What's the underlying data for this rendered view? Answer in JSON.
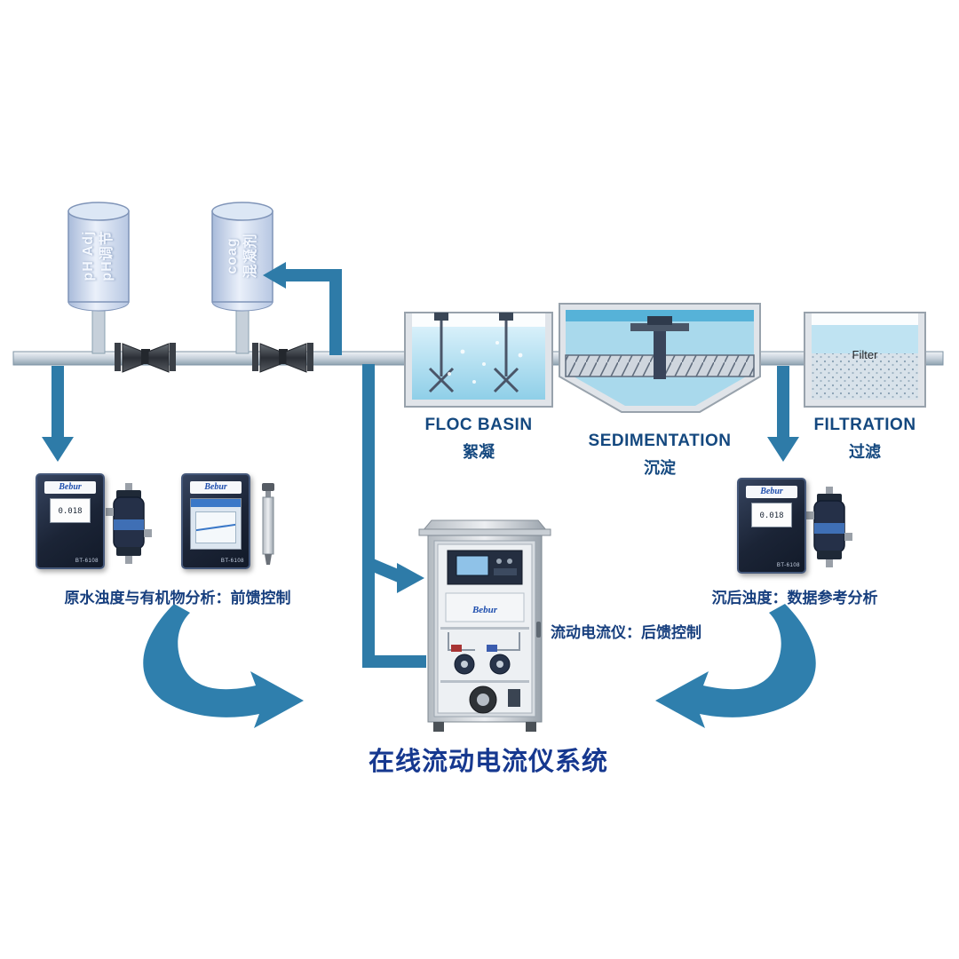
{
  "title": "在线流动电流仪系统",
  "dosing": {
    "ph_tank": {
      "line1": "pH Adj",
      "line2": "pH调节"
    },
    "coag_tank": {
      "line1": "coag",
      "line2": "混凝剂"
    }
  },
  "stages": {
    "floc": {
      "en": "FLOC BASIN",
      "zh": "絮凝"
    },
    "sedimentation": {
      "en": "SEDIMENTATION",
      "zh": "沉淀"
    },
    "filtration": {
      "en": "FILTRATION",
      "zh": "过滤"
    },
    "filter_media": "Filter"
  },
  "captions": {
    "left": "原水浊度与有机物分析：前馈控制",
    "center": "流动电流仪：后馈控制",
    "right": "沉后浊度：数据参考分析"
  },
  "instruments": {
    "brand": "Bebur",
    "model": "BT-6108",
    "reading": "0.018"
  },
  "colors": {
    "arrow_blue": "#2e7ba8",
    "label_navy": "#14487f",
    "title_navy": "#16388f",
    "water_blue": "#9ed4ec"
  }
}
